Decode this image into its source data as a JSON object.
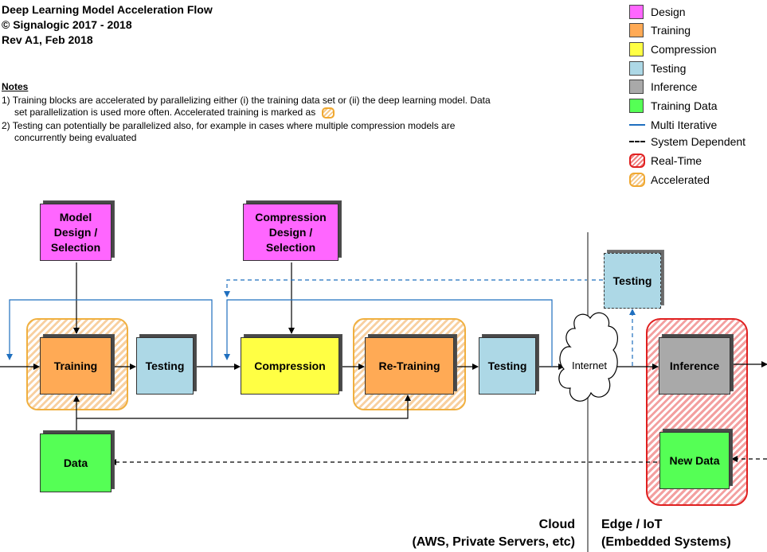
{
  "header": {
    "title": "Deep Learning Model Acceleration Flow",
    "copyright": "© Signalogic 2017 - 2018",
    "revision": "Rev A1, Feb 2018"
  },
  "notes": {
    "title": "Notes",
    "note1_line1": "1) Training blocks are accelerated by parallelizing either (i) the training data set or (ii) the deep learning model.  Data",
    "note1_line2": "set parallelization is used more often.  Accelerated training is marked as",
    "note2_line1": "2) Testing can potentially be parallelized also, for example in cases where multiple compression models are",
    "note2_line2": "concurrently being evaluated"
  },
  "legend": {
    "items": [
      {
        "label": "Design",
        "color": "#ff66ff"
      },
      {
        "label": "Training",
        "color": "#ffaa55"
      },
      {
        "label": "Compression",
        "color": "#ffff44"
      },
      {
        "label": "Testing",
        "color": "#add8e6"
      },
      {
        "label": "Inference",
        "color": "#a9a9a9"
      },
      {
        "label": "Training Data",
        "color": "#55ff55"
      }
    ],
    "multi_iterative": "Multi Iterative",
    "system_dependent": "System Dependent",
    "real_time": "Real-Time",
    "accelerated": "Accelerated"
  },
  "blocks": {
    "model_design": "Model\nDesign /\nSelection",
    "compression_design": "Compression\nDesign /\nSelection",
    "training": "Training",
    "testing1": "Testing",
    "compression": "Compression",
    "retraining": "Re-Training",
    "testing2": "Testing",
    "internet": "Internet",
    "edge_testing": "Testing",
    "inference": "Inference",
    "data": "Data",
    "new_data": "New Data"
  },
  "zones": {
    "cloud_line1": "Cloud",
    "cloud_line2": "(AWS, Private Servers, etc)",
    "edge_line1": "Edge / IoT",
    "edge_line2": "(Embedded Systems)"
  },
  "colors": {
    "design": "#ff66ff",
    "training": "#ffaa55",
    "compression": "#ffff44",
    "testing": "#add8e6",
    "inference": "#a9a9a9",
    "training_data": "#55ff55",
    "multi_iterative": "#1f6fbf"
  }
}
